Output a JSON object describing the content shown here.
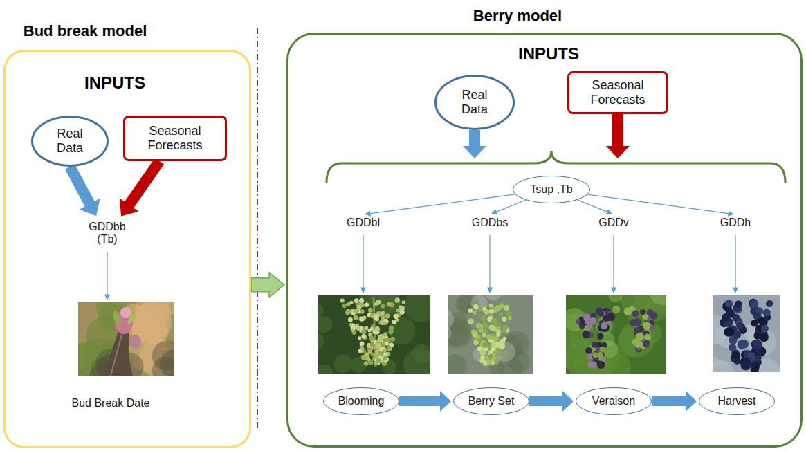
{
  "diagram": {
    "nodes": [
      {
        "text": [
          "Bud break model",
          "INPUTS"
        ]
      },
      {
        "text": [
          "Real Data"
        ],
        "in": 0
      },
      {
        "text": [
          "Seasonal Forecasts"
        ],
        "in": 0
      },
      {
        "text": [
          "GDDbb (Tb)"
        ],
        "in": 0
      },
      {
        "text": [
          "Bud Break Date"
        ],
        "in": 0
      },
      {
        "text": [
          "Berry model",
          "INPUTS"
        ]
      },
      {
        "text": [
          "Real Data"
        ],
        "in": 5
      },
      {
        "text": [
          "Seasonal Forecasts"
        ],
        "in": 5
      },
      {
        "text": [
          "Tsup ,Tb"
        ],
        "in": 5
      },
      {
        "text": [
          "GDDbl"
        ],
        "in": 5
      },
      {
        "text": [
          "GDDbs"
        ],
        "in": 5
      },
      {
        "text": [
          "GDDv"
        ],
        "in": 5
      },
      {
        "text": [
          "GDDh"
        ],
        "in": 5
      },
      {
        "text": [
          "Blooming"
        ],
        "in": 5
      },
      {
        "text": [
          "Berry Set"
        ],
        "in": 5
      },
      {
        "text": [
          "Veraison"
        ],
        "in": 5
      },
      {
        "text": [
          "Harvest"
        ],
        "in": 5
      }
    ],
    "edges": [
      {
        "from": 1,
        "to": 3,
        "arrow": "to"
      },
      {
        "from": 2,
        "to": 3,
        "arrow": "to"
      },
      {
        "from": 0,
        "to": 5,
        "arrow": "to"
      },
      {
        "from": 6,
        "to": 8,
        "arrow": "to"
      },
      {
        "from": 7,
        "to": 8,
        "arrow": "to"
      },
      {
        "from": 8,
        "to": 9,
        "arrow": "to"
      },
      {
        "from": 8,
        "to": 10,
        "arrow": "to"
      },
      {
        "from": 8,
        "to": 11,
        "arrow": "to"
      },
      {
        "from": 8,
        "to": 12,
        "arrow": "to"
      },
      {
        "from": 13,
        "to": 14,
        "arrow": "to"
      },
      {
        "from": 14,
        "to": 15,
        "arrow": "to"
      },
      {
        "from": 15,
        "to": 16,
        "arrow": "to"
      }
    ]
  }
}
